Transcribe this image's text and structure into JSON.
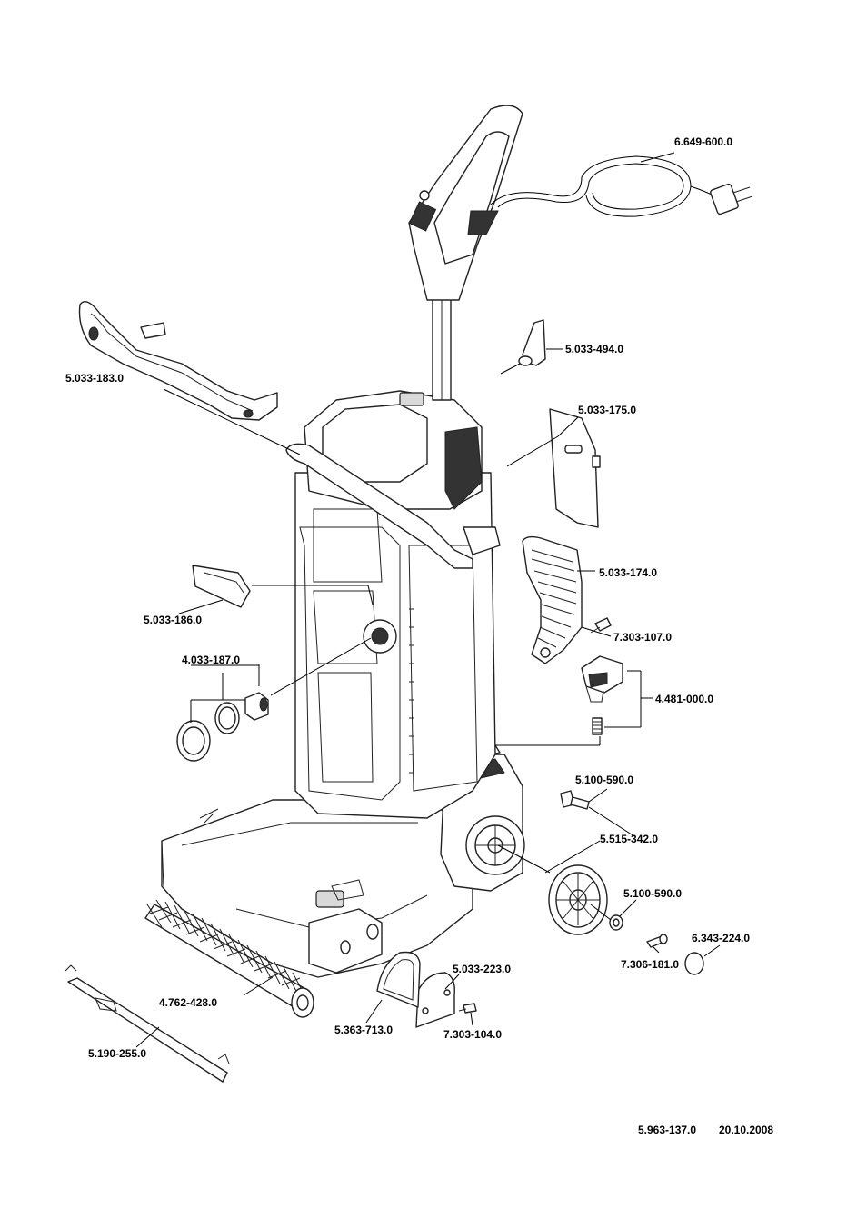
{
  "parts": {
    "p1": "6.649-600.0",
    "p2": "5.033-494.0",
    "p3": "5.033-183.0",
    "p4": "5.033-175.0",
    "p5": "5.033-174.0",
    "p6": "5.033-186.0",
    "p7": "7.303-107.0",
    "p8": "4.033-187.0",
    "p9": "4.481-000.0",
    "p10": "5.100-590.0",
    "p11": "5.515-342.0",
    "p12": "5.100-590.0",
    "p13": "6.343-224.0",
    "p14": "7.306-181.0",
    "p15": "5.033-223.0",
    "p16": "4.762-428.0",
    "p17": "5.363-713.0",
    "p18": "7.303-104.0",
    "p19": "5.190-255.0"
  },
  "footer": {
    "doc_number": "5.963-137.0",
    "date": "20.10.2008"
  }
}
